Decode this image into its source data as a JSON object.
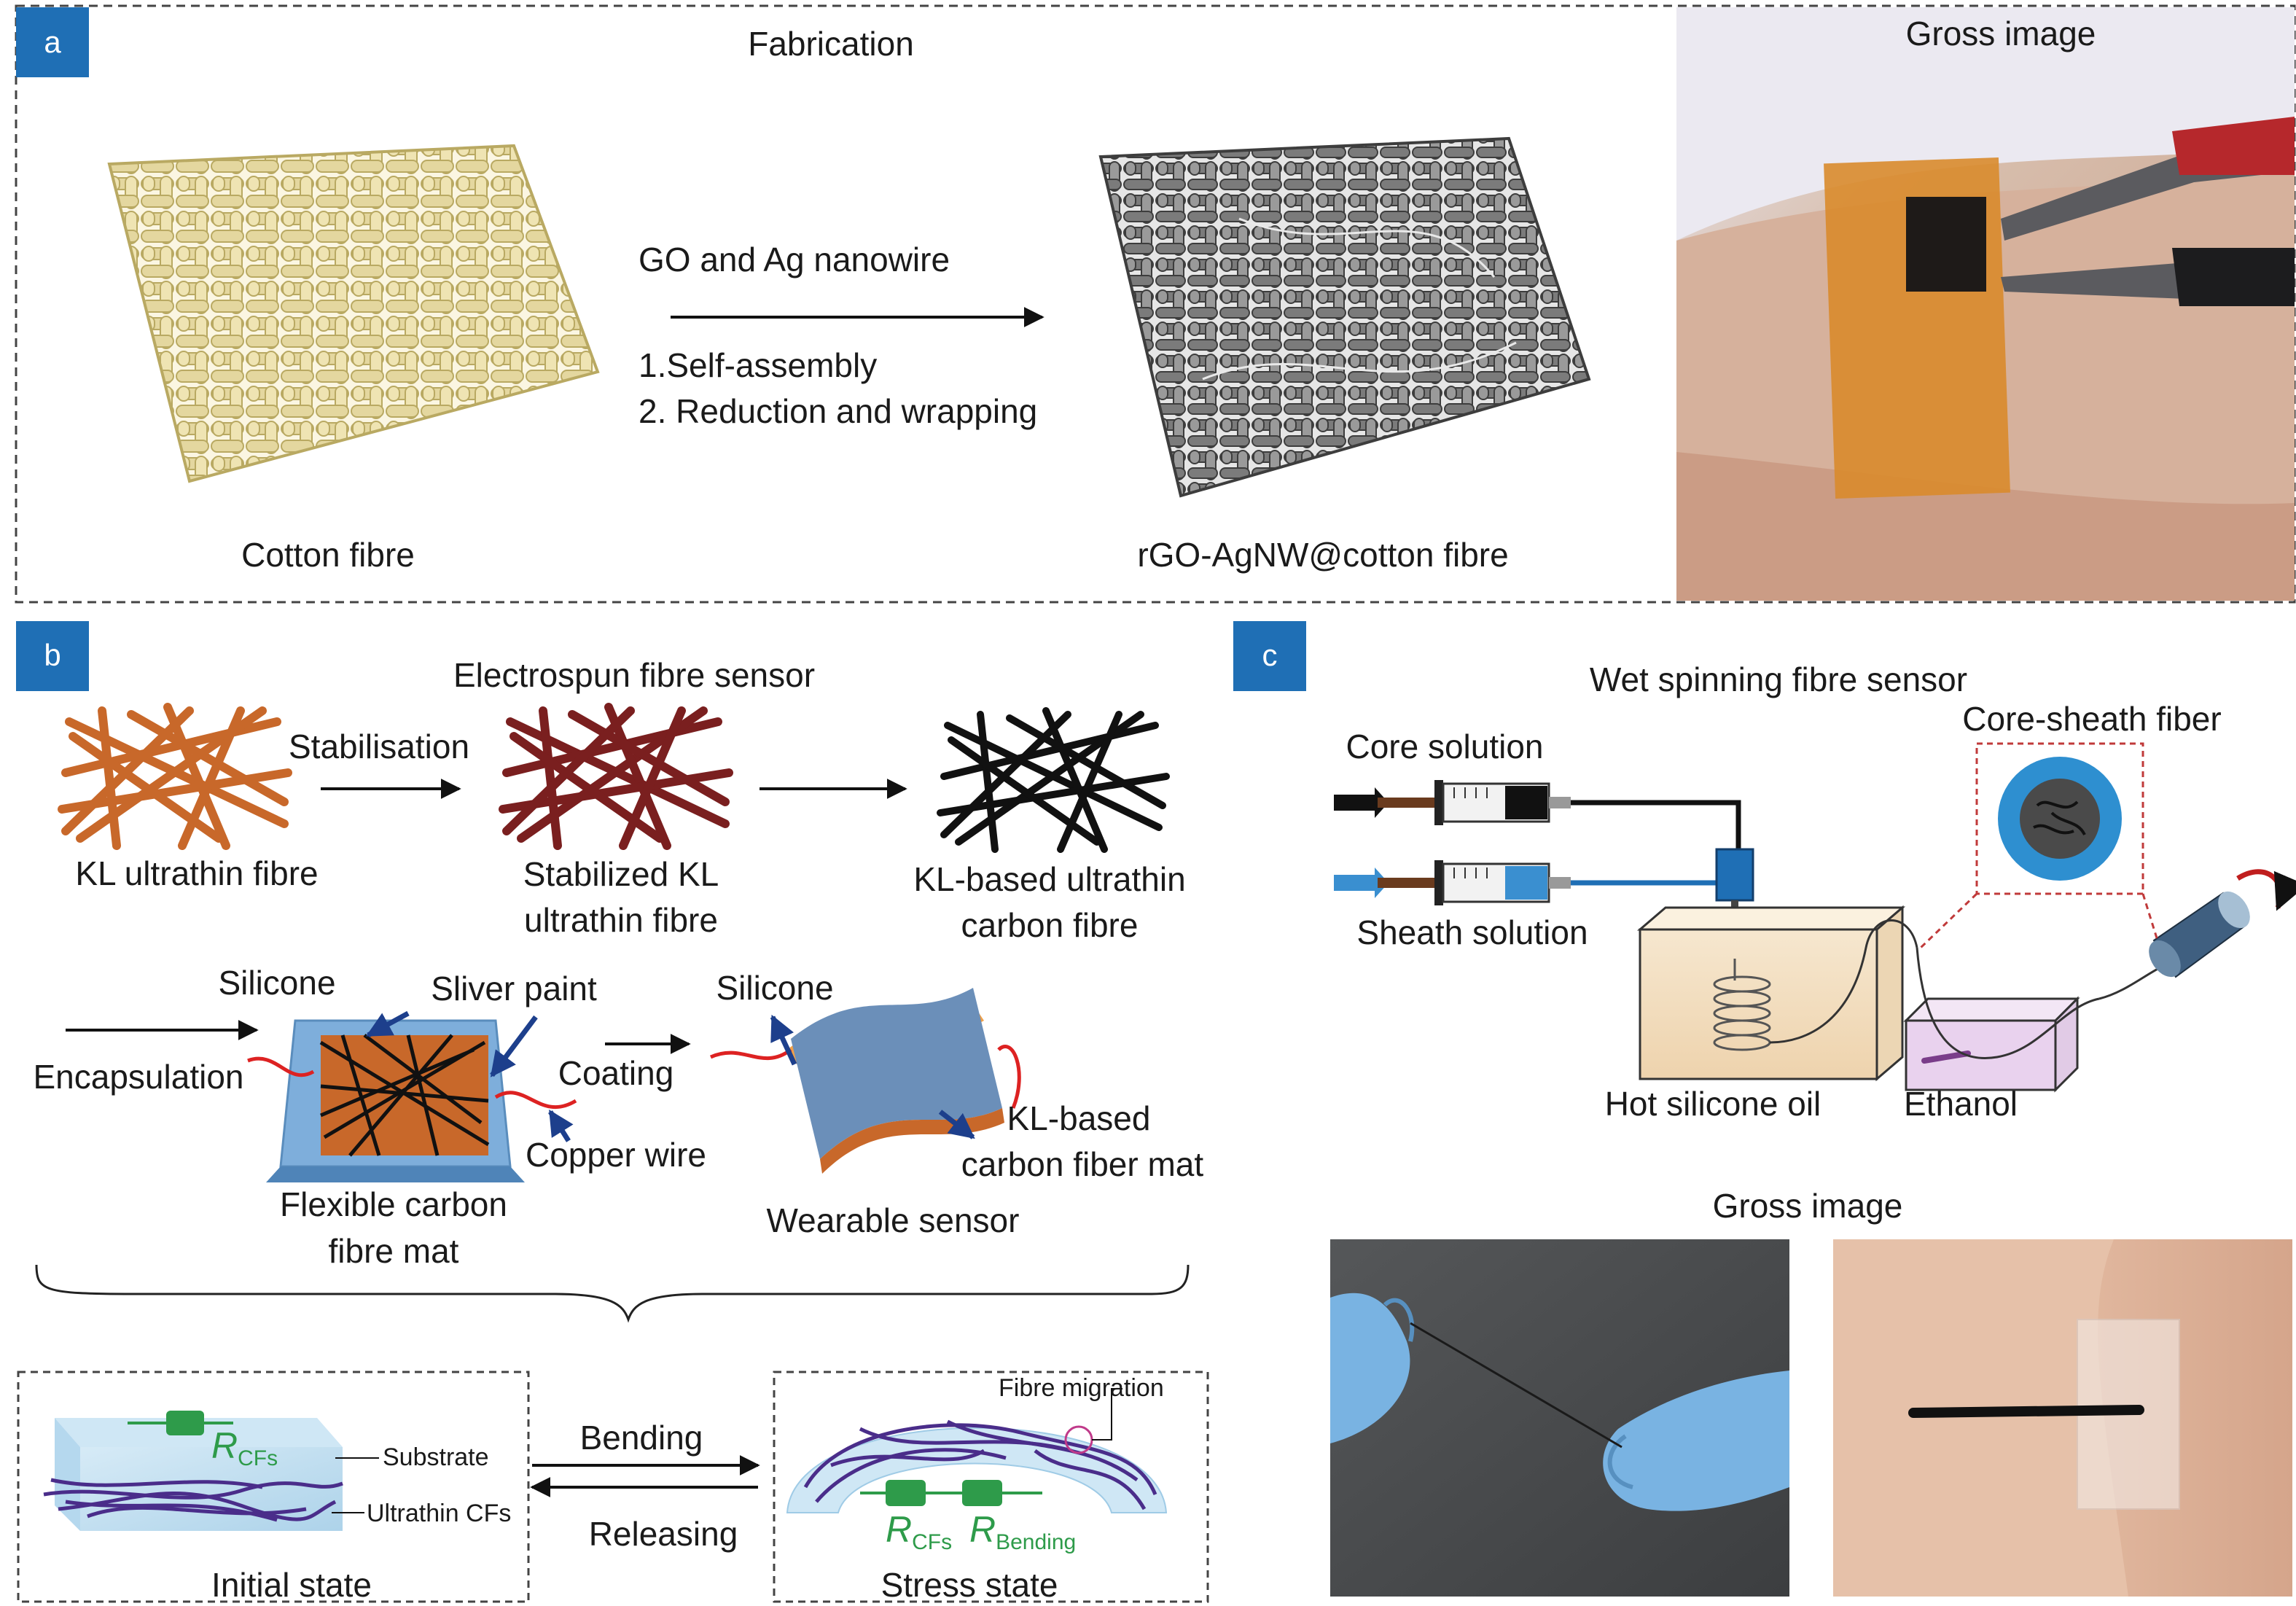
{
  "panel_a": {
    "tag": "a",
    "title": "Fabrication",
    "photo_title": "Gross image",
    "arrow_top": "GO and Ag nanowire",
    "step1": "1.Self-assembly",
    "step2": "2. Reduction and wrapping",
    "left_caption": "Cotton fibre",
    "right_caption": "rGO-AgNW@cotton fibre"
  },
  "panel_b": {
    "tag": "b",
    "title": "Electrospun fibre sensor",
    "stabilisation": "Stabilisation",
    "kl_fibre": "KL ultrathin fibre",
    "stab_kl_1": "Stabilized KL",
    "stab_kl_2": "ultrathin fibre",
    "kl_carbon_1": "KL-based ultrathin",
    "kl_carbon_2": "carbon fibre",
    "silicone_left": "Silicone",
    "sliver_paint": "Sliver paint",
    "silicone_right": "Silicone",
    "encapsulation": "Encapsulation",
    "coating": "Coating",
    "copper_wire": "Copper wire",
    "kl_mat_1": "KL-based",
    "kl_mat_2": "carbon fiber mat",
    "flex_mat_1": "Flexible carbon",
    "flex_mat_2": "fibre mat",
    "wearable": "Wearable sensor",
    "bending": "Bending",
    "releasing": "Releasing",
    "substrate": "Substrate",
    "ultrathin_cfs": "Ultrathin CFs",
    "fibre_migration": "Fibre migration",
    "initial_state": "Initial state",
    "stress_state": "Stress state",
    "r_symbol": "R",
    "r_cfs_sub": "CFs",
    "r_bending_sub": "Bending"
  },
  "panel_c": {
    "tag": "c",
    "title": "Wet spinning fibre sensor",
    "core_solution": "Core solution",
    "sheath_solution": "Sheath solution",
    "core_sheath_fiber": "Core-sheath fiber",
    "hot_oil": "Hot silicone oil",
    "ethanol": "Ethanol",
    "gross_image": "Gross image"
  },
  "colors": {
    "tag_blue": "#1f6fb5",
    "cotton": "#e8dca6",
    "kl_orange": "#c8682a",
    "kl_dark_red": "#7a1f1f",
    "silicone_blue": "#7eaedb",
    "fiber_purple": "#4a2d8a",
    "resistor_green": "#2e9b4a",
    "arrow_navy": "#1d3f8c"
  }
}
